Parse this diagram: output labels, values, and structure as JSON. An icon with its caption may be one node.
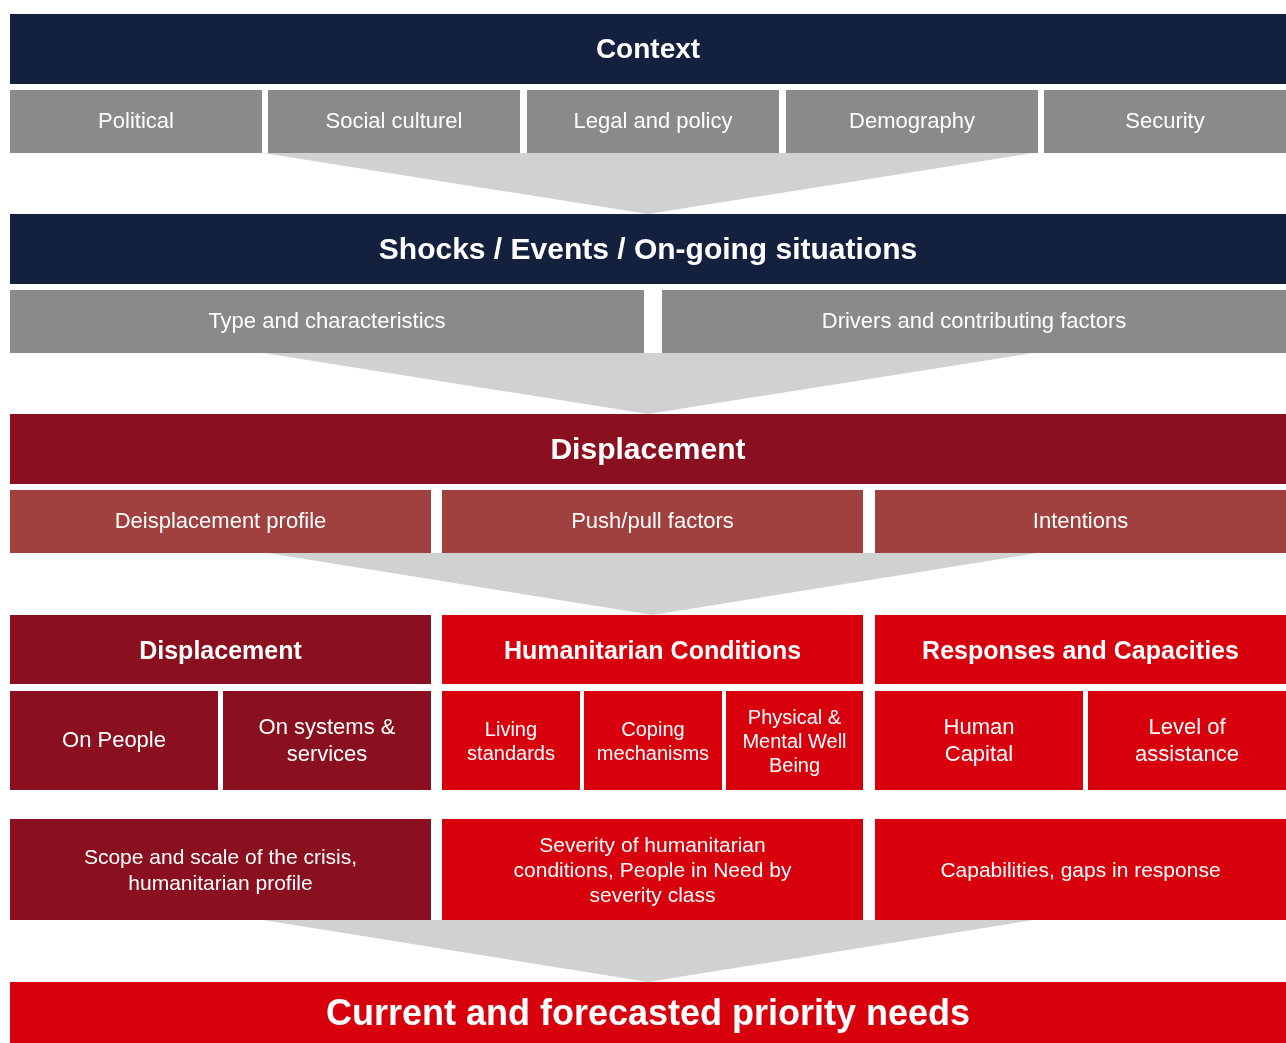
{
  "diagram": {
    "nodes": [
      {
        "text": [
          "Context"
        ]
      },
      {
        "text": [
          "Political"
        ]
      },
      {
        "text": [
          "Social culturel"
        ]
      },
      {
        "text": [
          "Legal and policy"
        ]
      },
      {
        "text": [
          "Demography"
        ]
      },
      {
        "text": [
          "Security"
        ]
      },
      {
        "text": [
          "Shocks / Events / On-going situations"
        ]
      },
      {
        "text": [
          "Type and characteristics"
        ]
      },
      {
        "text": [
          "Drivers and contributing factors"
        ]
      },
      {
        "text": [
          "Displacement"
        ]
      },
      {
        "text": [
          "Deisplacement profile"
        ]
      },
      {
        "text": [
          "Push/pull factors"
        ]
      },
      {
        "text": [
          "Intentions"
        ]
      },
      {
        "text": [
          "Displacement"
        ]
      },
      {
        "text": [
          "Humanitarian Conditions"
        ]
      },
      {
        "text": [
          "Responses and Capacities"
        ]
      },
      {
        "text": [
          "On People"
        ]
      },
      {
        "text": [
          "On systems & services"
        ]
      },
      {
        "text": [
          "Living standards"
        ]
      },
      {
        "text": [
          "Coping mechanisms"
        ]
      },
      {
        "text": [
          "Physical & Mental Well Being"
        ]
      },
      {
        "text": [
          "Human Capital"
        ]
      },
      {
        "text": [
          "Level of assistance"
        ]
      },
      {
        "text": [
          "Scope and scale of the crisis, humanitarian profile"
        ]
      },
      {
        "text": [
          "Severity of humanitarian conditions, People in Need by severity class"
        ]
      },
      {
        "text": [
          "Capabilities, gaps in response"
        ]
      },
      {
        "text": [
          "Current and forecasted priority needs"
        ]
      }
    ],
    "edges": [
      {
        "from": 3,
        "to": 6,
        "arrow": "to"
      },
      {
        "from": null,
        "to": 9,
        "arrow": "to"
      },
      {
        "from": 11,
        "to": 14,
        "arrow": "to"
      },
      {
        "from": 24,
        "to": 26,
        "arrow": "to"
      }
    ]
  }
}
